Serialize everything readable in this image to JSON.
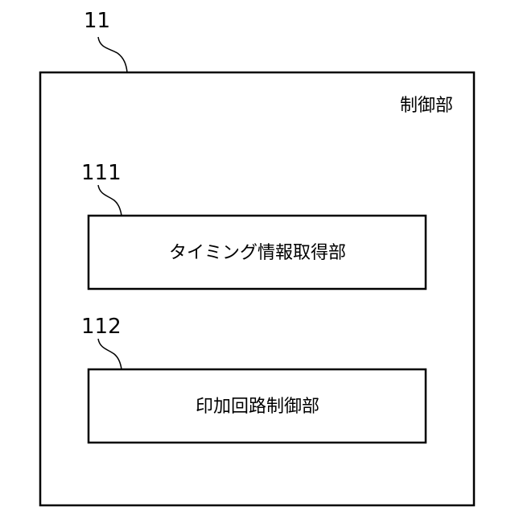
{
  "control_unit": {
    "ref": "11",
    "label": "制御部"
  },
  "blocks": [
    {
      "ref": "111",
      "label": "タイミング情報取得部"
    },
    {
      "ref": "112",
      "label": "印加回路制御部"
    }
  ]
}
